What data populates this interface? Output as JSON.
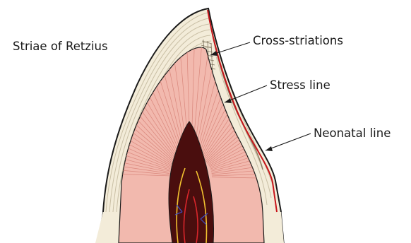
{
  "labels": {
    "striae": "Striae of Retzius",
    "cross_striations": "Cross-striations",
    "stress_line": "Stress line",
    "neonatal_line": "Neonatal line"
  },
  "colors": {
    "enamel": "#f3ecd9",
    "enamel_lines": "#c9bfa5",
    "dentin": "#f2b9ae",
    "dentin_tubules": "#d9877c",
    "pulp": "#4a0e0e",
    "outline": "#1a1a1a",
    "neonatal_line": "#c8151b",
    "nerve": "#f2c230",
    "vessel_blue": "#3a4fc8",
    "vessel_red": "#d8262b",
    "root": "#eee4cc"
  }
}
